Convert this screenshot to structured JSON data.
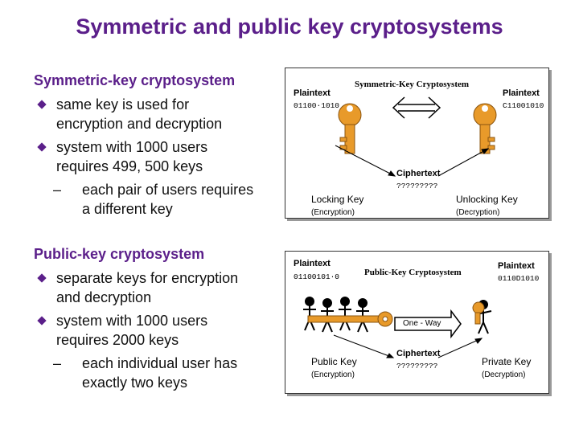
{
  "title": "Symmetric and public key cryptosystems",
  "symmetric": {
    "heading": "Symmetric-key cryptosystem",
    "bullet1": [
      "same key is used for",
      "encryption and decryption"
    ],
    "bullet2": [
      "system with 1000 users",
      "requires 499, 500 keys"
    ],
    "sub": [
      "each pair of users requires",
      "a different key"
    ]
  },
  "public": {
    "heading": "Public-key cryptosystem",
    "bullet1": [
      "separate keys for encryption",
      "and decryption"
    ],
    "bullet2": [
      "system with 1000 users",
      "requires 2000 keys"
    ],
    "sub": [
      "each individual user has",
      "exactly two keys"
    ]
  },
  "diagram_sym": {
    "title": "Symmetric-Key Cryptosystem",
    "plaintext_left": "Plaintext",
    "bits_left": "01100·1010",
    "plaintext_right": "Plaintext",
    "bits_right": "C11001010",
    "ciphertext": "Ciphertext",
    "cipher_bits": "?????????",
    "locking_key": "Locking Key",
    "locking_sub": "(Encryption)",
    "unlocking_key": "Unlocking Key",
    "unlocking_sub": "(Decryption)"
  },
  "diagram_pub": {
    "title": "Public-Key Cryptosystem",
    "plaintext_left": "Plaintext",
    "bits_left": "01100101·0",
    "plaintext_right": "Plaintext",
    "bits_right": "0110D1010",
    "one_way": "One - Way",
    "ciphertext": "Ciphertext",
    "cipher_bits": "?????????",
    "public_key": "Public Key",
    "public_sub": "(Encryption)",
    "private_key": "Private Key",
    "private_sub": "(Decryption)"
  },
  "colors": {
    "purple": "#5b1f8a",
    "key": "#e89a2a"
  }
}
